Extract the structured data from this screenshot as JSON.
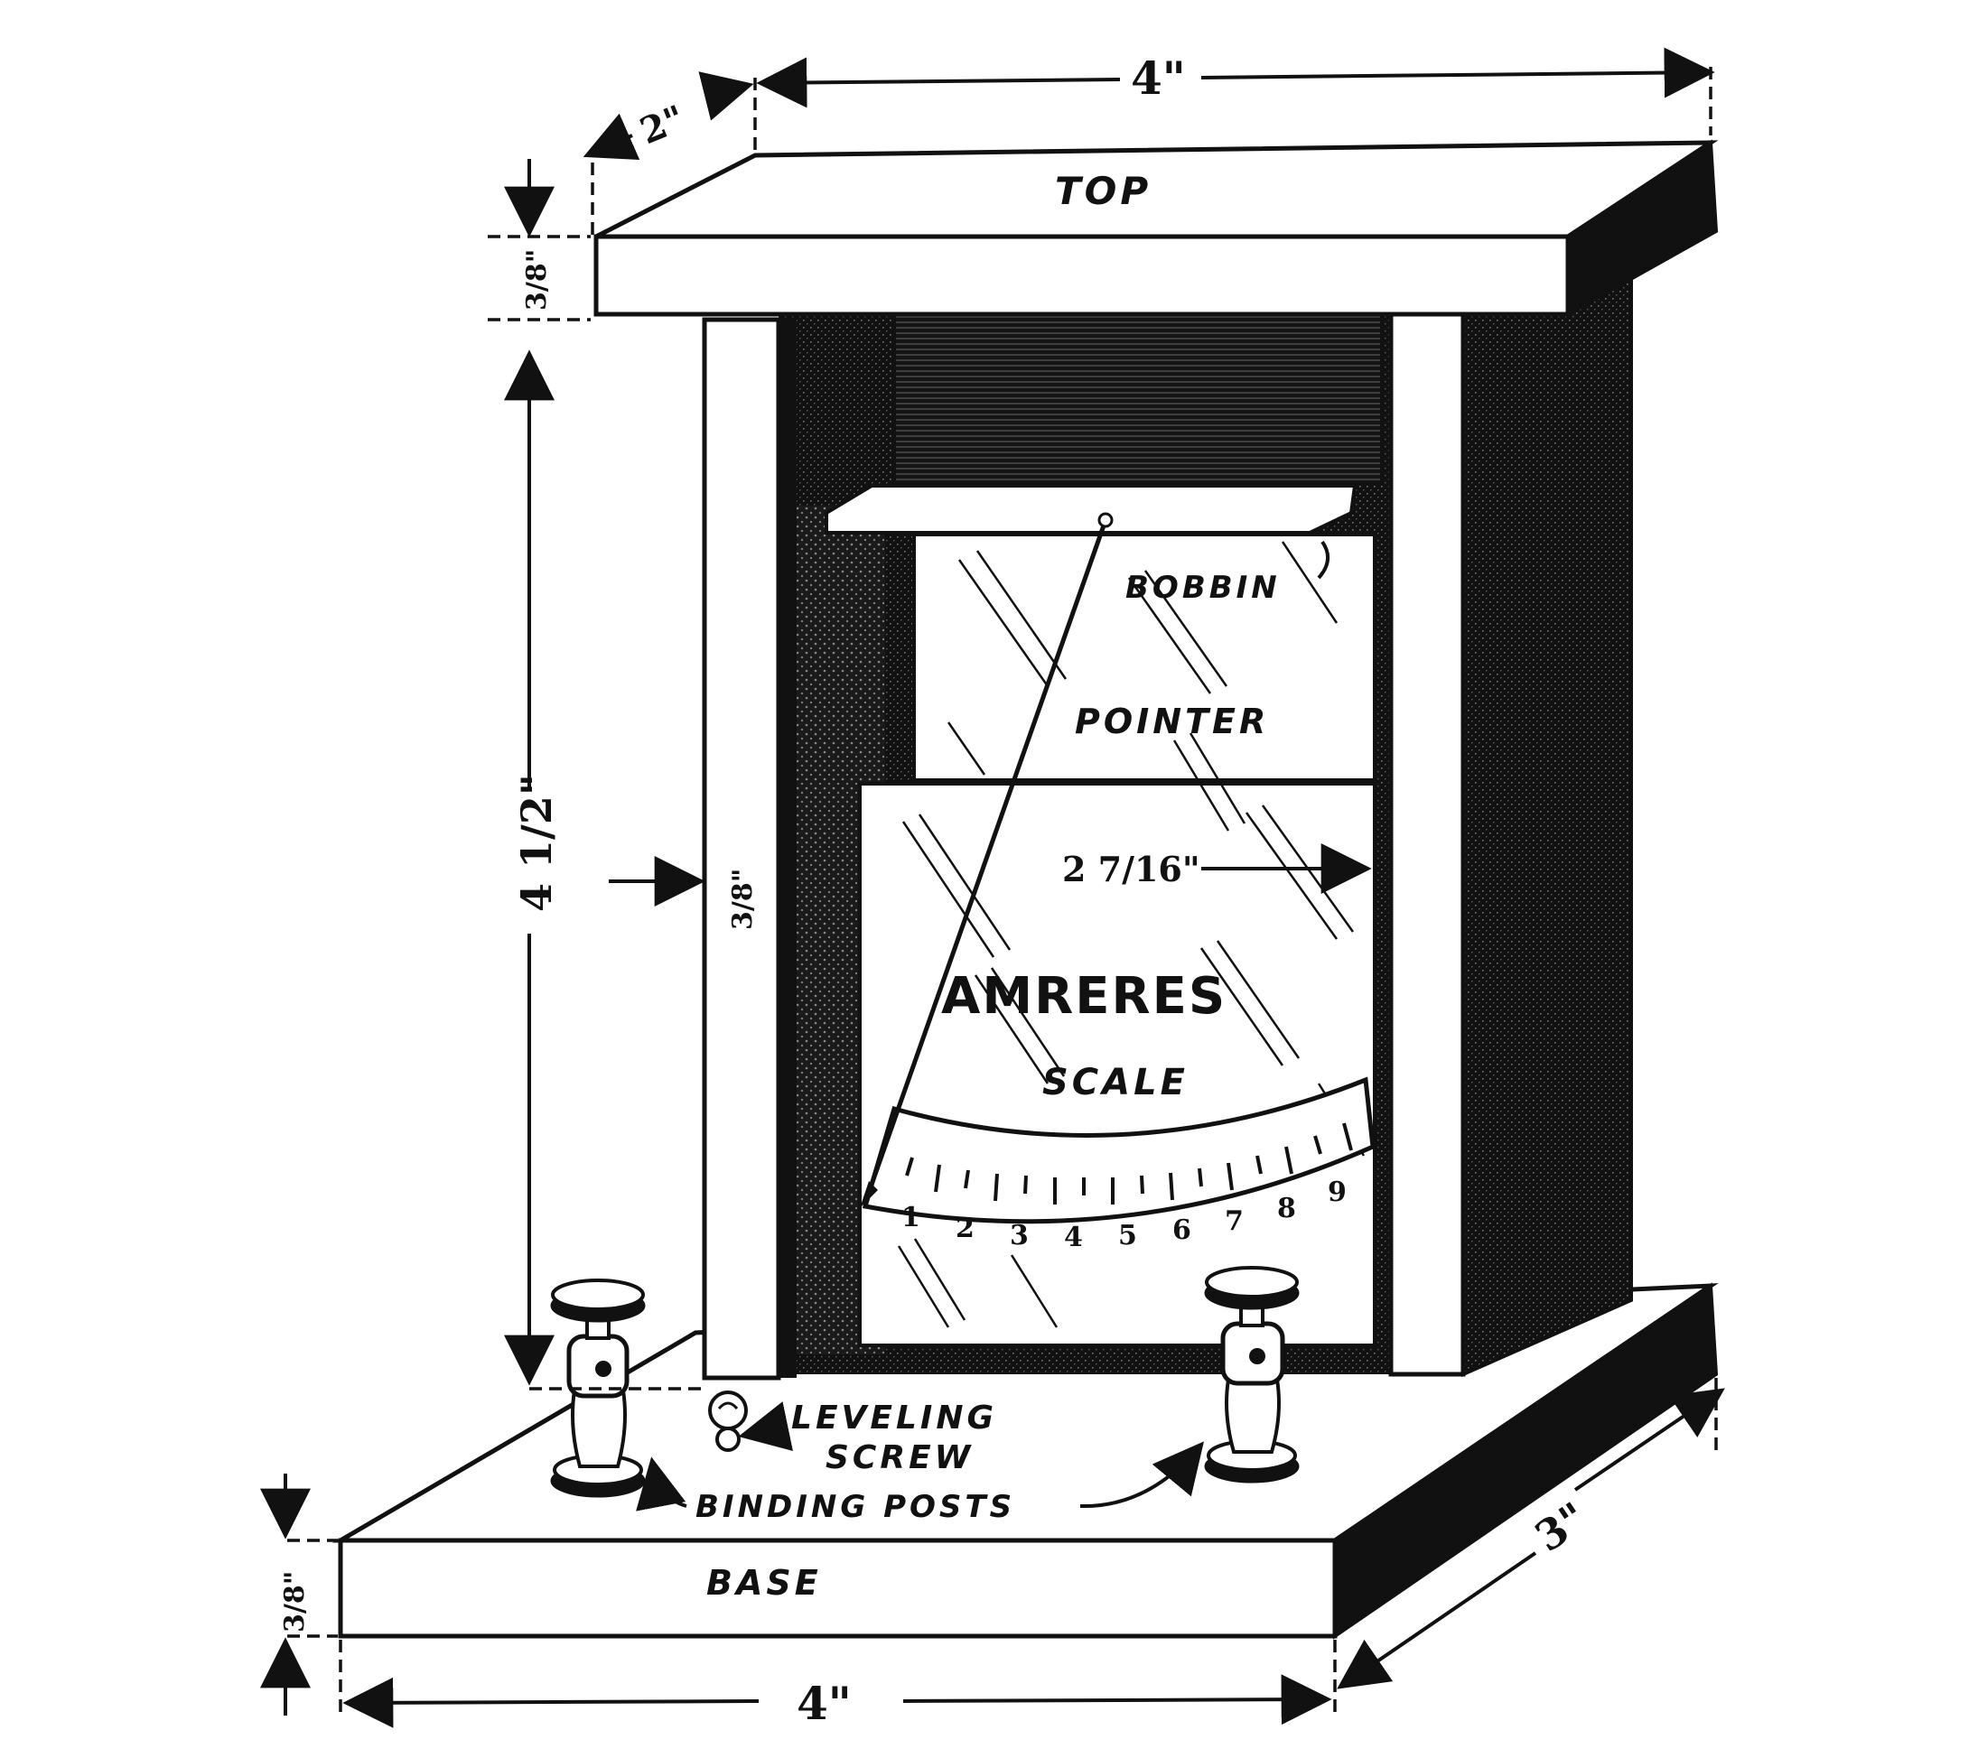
{
  "labels": {
    "top": "TOP",
    "bobbin": "BOBBIN",
    "pointer": "POINTER",
    "amperes": "AMRERES",
    "scale": "SCALE",
    "leveling_line1": "LEVELING",
    "leveling_line2": "SCREW",
    "binding_posts": "BINDING POSTS",
    "base": "BASE"
  },
  "dimensions": {
    "top_width": "4\"",
    "top_depth": "2\"",
    "top_thickness": "3/8\"",
    "column_height": "4 1/2\"",
    "column_width": "3/8\"",
    "scale_width": "2 7/16\"",
    "base_thickness": "3/8\"",
    "base_width": "4\"",
    "base_depth": "3\""
  },
  "scale_numbers": [
    "1",
    "2",
    "3",
    "4",
    "5",
    "6",
    "7",
    "8",
    "9"
  ]
}
